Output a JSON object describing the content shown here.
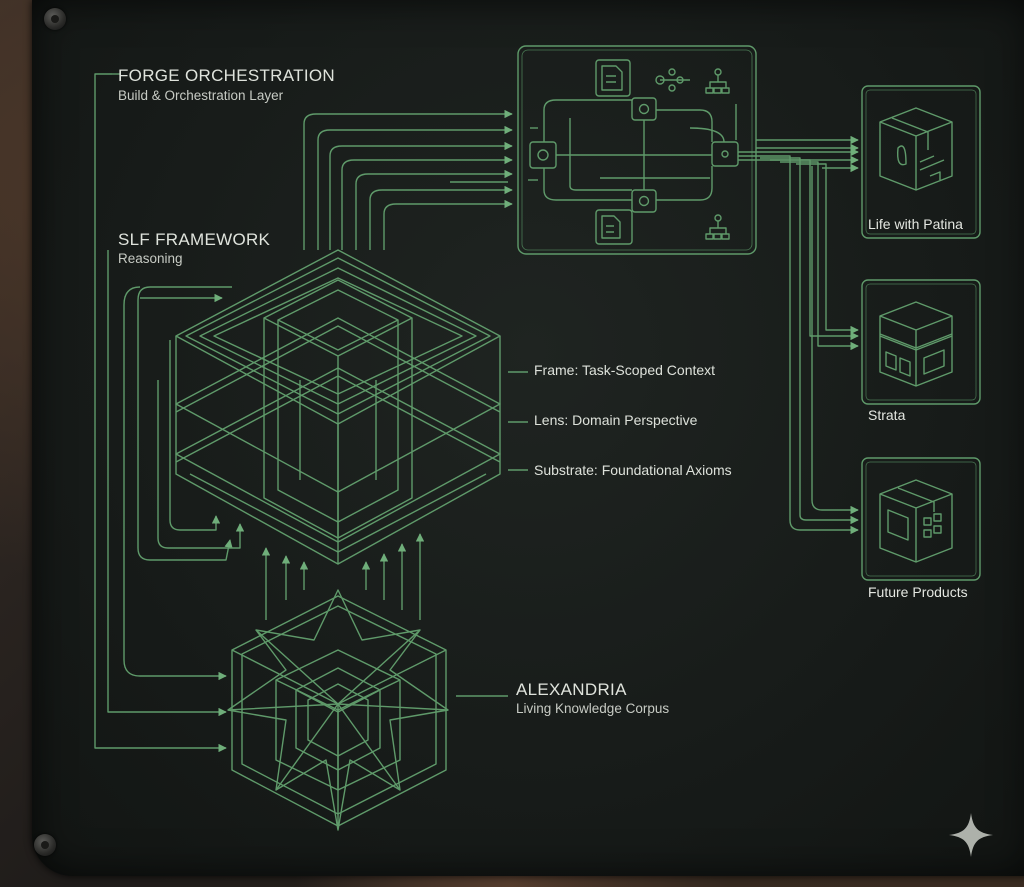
{
  "forge": {
    "title": "FORGE ORCHESTRATION",
    "subtitle": "Build & Orchestration Layer"
  },
  "slf": {
    "title": "SLF FRAMEWORK",
    "subtitle": "Reasoning",
    "layers": [
      {
        "label": "Frame: Task-Scoped Context"
      },
      {
        "label": "Lens: Domain Perspective"
      },
      {
        "label": "Substrate: Foundational Axioms"
      }
    ]
  },
  "alexandria": {
    "title": "ALEXANDRIA",
    "subtitle": "Living Knowledge Corpus"
  },
  "products": [
    {
      "label": "Life with Patina",
      "icon": "leaf-cube-icon"
    },
    {
      "label": "Strata",
      "icon": "layered-box-icon"
    },
    {
      "label": "Future Products",
      "icon": "grid-box-icon"
    }
  ],
  "colors": {
    "line": "#5f9a6a",
    "accent_dim": "#3f6b49",
    "text": "#dfe3dc"
  },
  "icons": [
    "gear-icon",
    "network-icon",
    "document-icon",
    "org-chart-icon",
    "sparkle-icon",
    "screw-icon"
  ]
}
